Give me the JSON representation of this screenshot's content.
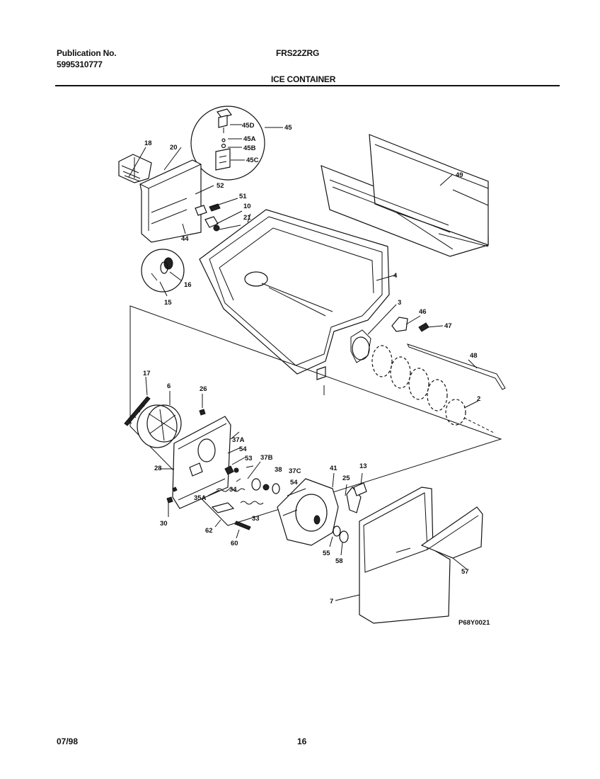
{
  "header": {
    "publication_label": "Publication No.",
    "publication_number": "5995310777",
    "model": "FRS22ZRG",
    "section_title": "ICE CONTAINER"
  },
  "footer": {
    "date": "07/98",
    "page_number": "16"
  },
  "diagram": {
    "figure_code": "P68Y0021",
    "callouts": [
      "45D",
      "45A",
      "45B",
      "45C",
      "45",
      "18",
      "20",
      "52",
      "51",
      "10",
      "21",
      "44",
      "49",
      "4",
      "15",
      "16",
      "3",
      "46",
      "47",
      "48",
      "2",
      "17",
      "6",
      "26",
      "37A",
      "54",
      "53",
      "37B",
      "38",
      "37C",
      "41",
      "25",
      "13",
      "28",
      "35A",
      "34",
      "33",
      "30",
      "62",
      "60",
      "55",
      "58",
      "57",
      "7"
    ]
  }
}
